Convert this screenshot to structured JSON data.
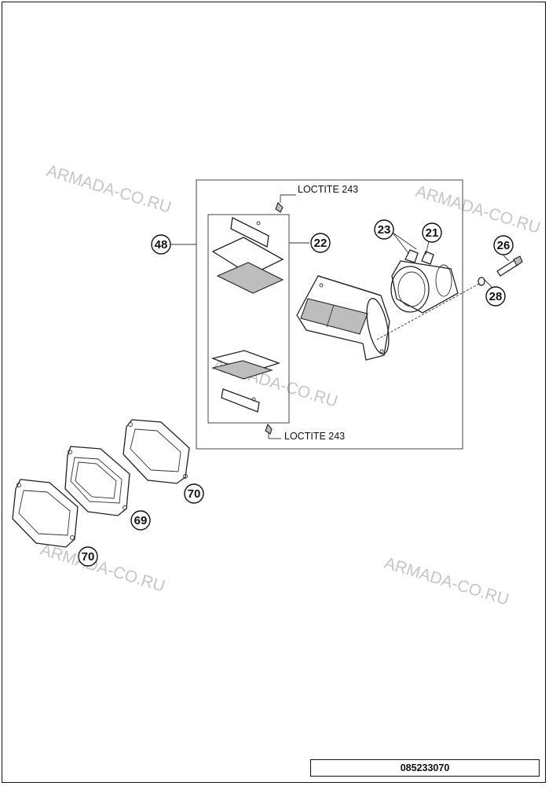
{
  "drawing_number": "085233070",
  "watermark_text": "ARMADA-CO.RU",
  "notes": {
    "top_note": "LOCTITE 243",
    "bottom_note": "LOCTITE 243"
  },
  "callouts": [
    "48",
    "22",
    "23",
    "21",
    "26",
    "28",
    "70",
    "69",
    "70"
  ],
  "colors": {
    "line": "#222222",
    "watermark": "#c6c6c6",
    "background": "#ffffff"
  }
}
